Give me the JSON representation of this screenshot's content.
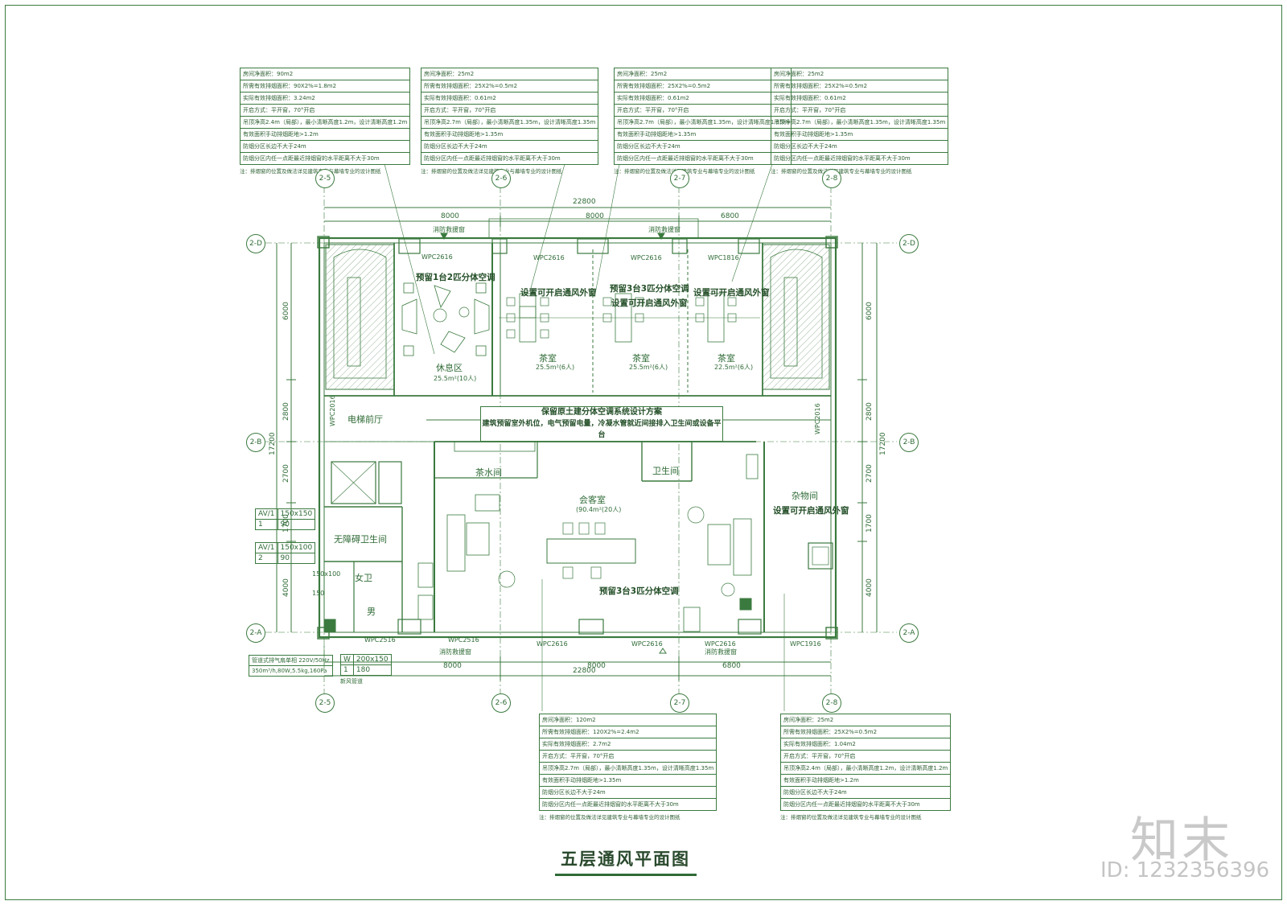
{
  "title": "五层通风平面图",
  "brand": {
    "logo": "知末",
    "id": "ID: 1232356396"
  },
  "grid": {
    "cols": [
      "2-5",
      "2-6",
      "2-7",
      "2-8"
    ],
    "rows": [
      "2-D",
      "2-B",
      "2-A"
    ]
  },
  "dims": {
    "top_total": "22800",
    "top_seg": [
      "8000",
      "8000",
      "6800"
    ],
    "bottom_total": "22800",
    "bottom_seg": [
      "8000",
      "8000",
      "6800"
    ],
    "left_total": "17200",
    "left_seg": [
      "6000",
      "2800",
      "2700",
      "1700",
      "4000"
    ],
    "right_total": "17200",
    "right_seg": [
      "6000",
      "2800",
      "2700",
      "1700",
      "4000"
    ]
  },
  "notes": {
    "n1": [
      "房间净面积：90m2",
      "所需有效排烟面积：90X2%=1.8m2",
      "实际有效排烟面积：3.24m2",
      "开启方式：平开窗，70°开启",
      "吊顶净高2.4m（局部），最小清晰高度1.2m，设计清晰高度1.2m",
      "有效面积手动排烟距地>1.2m",
      "防烟分区长边不大于24m",
      "防烟分区内任一点距最近排烟窗的水平距离不大于30m"
    ],
    "n1_foot": "注：排烟窗的位置及做法详见建筑专业与幕墙专业的设计图纸",
    "n2": [
      "房间净面积：25m2",
      "所需有效排烟面积：25X2%=0.5m2",
      "实际有效排烟面积：0.61m2",
      "开启方式：平开窗，70°开启",
      "吊顶净高2.7m（局部），最小清晰高度1.35m，设计清晰高度1.35m",
      "有效面积手动排烟距地>1.35m",
      "防烟分区长边不大于24m",
      "防烟分区内任一点距最近排烟窗的水平距离不大于30m"
    ],
    "n2_foot": "注：排烟窗的位置及做法详见建筑专业与幕墙专业的设计图纸",
    "n3": [
      "房间净面积：25m2",
      "所需有效排烟面积：25X2%=0.5m2",
      "实际有效排烟面积：0.61m2",
      "开启方式：平开窗，70°开启",
      "吊顶净高2.7m（局部），最小清晰高度1.35m，设计清晰高度1.35m",
      "有效面积手动排烟距地>1.35m",
      "防烟分区长边不大于24m",
      "防烟分区内任一点距最近排烟窗的水平距离不大于30m"
    ],
    "n3_foot": "注：排烟窗的位置及做法详见建筑专业与幕墙专业的设计图纸",
    "n4": [
      "房间净面积：25m2",
      "所需有效排烟面积：25X2%=0.5m2",
      "实际有效排烟面积：0.61m2",
      "开启方式：平开窗，70°开启",
      "吊顶净高2.7m（局部），最小清晰高度1.35m，设计清晰高度1.35m",
      "有效面积手动排烟距地>1.35m",
      "防烟分区长边不大于24m",
      "防烟分区内任一点距最近排烟窗的水平距离不大于30m"
    ],
    "n4_foot": "注：排烟窗的位置及做法详见建筑专业与幕墙专业的设计图纸",
    "n5": [
      "房间净面积：120m2",
      "所需有效排烟面积：120X2%=2.4m2",
      "实际有效排烟面积：2.7m2",
      "开启方式：平开窗，70°开启",
      "吊顶净高2.7m（局部），最小清晰高度1.35m，设计清晰高度1.35m",
      "有效面积手动排烟距地>1.35m",
      "防烟分区长边不大于24m",
      "防烟分区内任一点距最近排烟窗的水平距离不大于30m"
    ],
    "n5_foot": "注：排烟窗的位置及做法详见建筑专业与幕墙专业的设计图纸",
    "n6": [
      "房间净面积：25m2",
      "所需有效排烟面积：25X2%=0.5m2",
      "实际有效排烟面积：1.04m2",
      "开启方式：平开窗，70°开启",
      "吊顶净高2.4m（局部），最小清晰高度1.2m，设计清晰高度1.2m",
      "有效面积手动排烟距地>1.2m",
      "防烟分区长边不大于24m",
      "防烟分区内任一点距最近排烟窗的水平距离不大于30m"
    ],
    "n6_foot": "注：排烟窗的位置及做法详见建筑专业与幕墙专业的设计图纸"
  },
  "labels": {
    "fire_window_top": "消防救援窗",
    "fire_window_top2": "消防救援窗",
    "fire_window_bottom": "消防救援窗",
    "fire_window_bottom2": "消防救援窗",
    "wpc_top1": "WPC2616",
    "wpc_top2": "WPC2616",
    "wpc_top3": "WPC2616",
    "wpc_top4": "WPC1816",
    "wpc_left": "WPC2016",
    "wpc_right": "WPC2016",
    "wpc_b1": "WPC2516",
    "wpc_b2": "WPC2516",
    "wpc_b3": "WPC2616",
    "wpc_b4": "WPC2616",
    "wpc_b5": "WPC2616",
    "wpc_b6": "WPC1916",
    "ac_rest": "预留1台2匹分体空调",
    "ac_tea": "预留3台3匹分体空调",
    "ac_meet": "预留3台3匹分体空调",
    "vent1": "设置可开启通风外窗",
    "vent2": "设置可开启通风外窗",
    "vent3": "设置可开启通风外窗",
    "vent4": "设置可开启通风外窗",
    "rest": "休息区",
    "rest_area": "25.5m²(10人)",
    "tea1": "茶室",
    "tea2": "茶室",
    "tea3": "茶室",
    "tea1_area": "25.5m²(6人)",
    "tea2_area": "25.5m²(6人)",
    "tea3_area": "22.5m²(6人)",
    "lobby": "电梯前厅",
    "pantry": "茶水间",
    "wc": "卫生间",
    "meeting": "会客室",
    "meeting_area": "(90.4m²(20人)",
    "storage": "杂物间",
    "accessible_wc": "无障碍卫生间",
    "female": "女卫",
    "male": "男",
    "center_note": [
      "保留原土建分体空调系统设计方案",
      "建筑预留室外机位，电气预留电量，冷凝水管就近间接排入卫生间或设备平台"
    ],
    "av1": "AV/1",
    "av1_size": "150x150",
    "av1_qty": "1",
    "av1_val": "90",
    "av2": "AV/1",
    "av2_size": "150x100",
    "av2_qty": "2",
    "av2_val": "90",
    "dim150a": "150x100",
    "dim150b": "150",
    "fan_spec1": "管道式排气扇单相 220V/50Hz",
    "fan_spec2": "350m³/h,80W,5.5kg,160Pa",
    "w": "W",
    "w_size": "200x150",
    "w_qty": "1",
    "w_val": "180",
    "fan_label": "新风管道"
  },
  "colors": {
    "line": "#3b7a3f",
    "text": "#2f6b36",
    "hatch": "#8aa88c"
  }
}
